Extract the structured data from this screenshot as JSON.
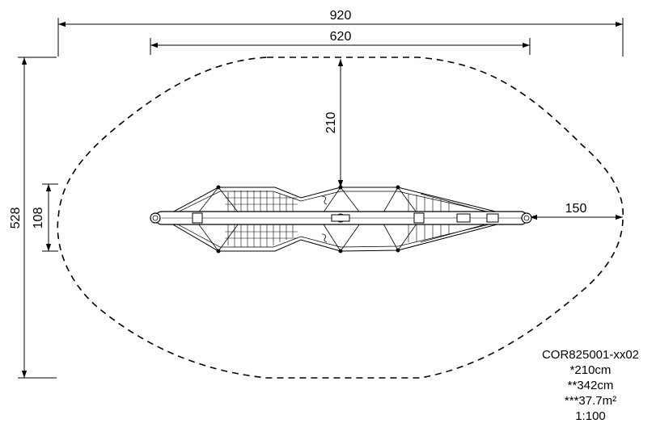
{
  "dimensions": {
    "total_width": "920",
    "inner_width": "620",
    "clearance_top": "210",
    "clearance_end": "150",
    "total_depth": "528",
    "equipment_depth": "108"
  },
  "specs": {
    "code": "COR825001-xx02",
    "fall_height": "*210cm",
    "free_height": "**342cm",
    "area": "***37.7m²",
    "scale": "1:100"
  },
  "colors": {
    "line": "#000000",
    "fill": "#ffffff"
  }
}
